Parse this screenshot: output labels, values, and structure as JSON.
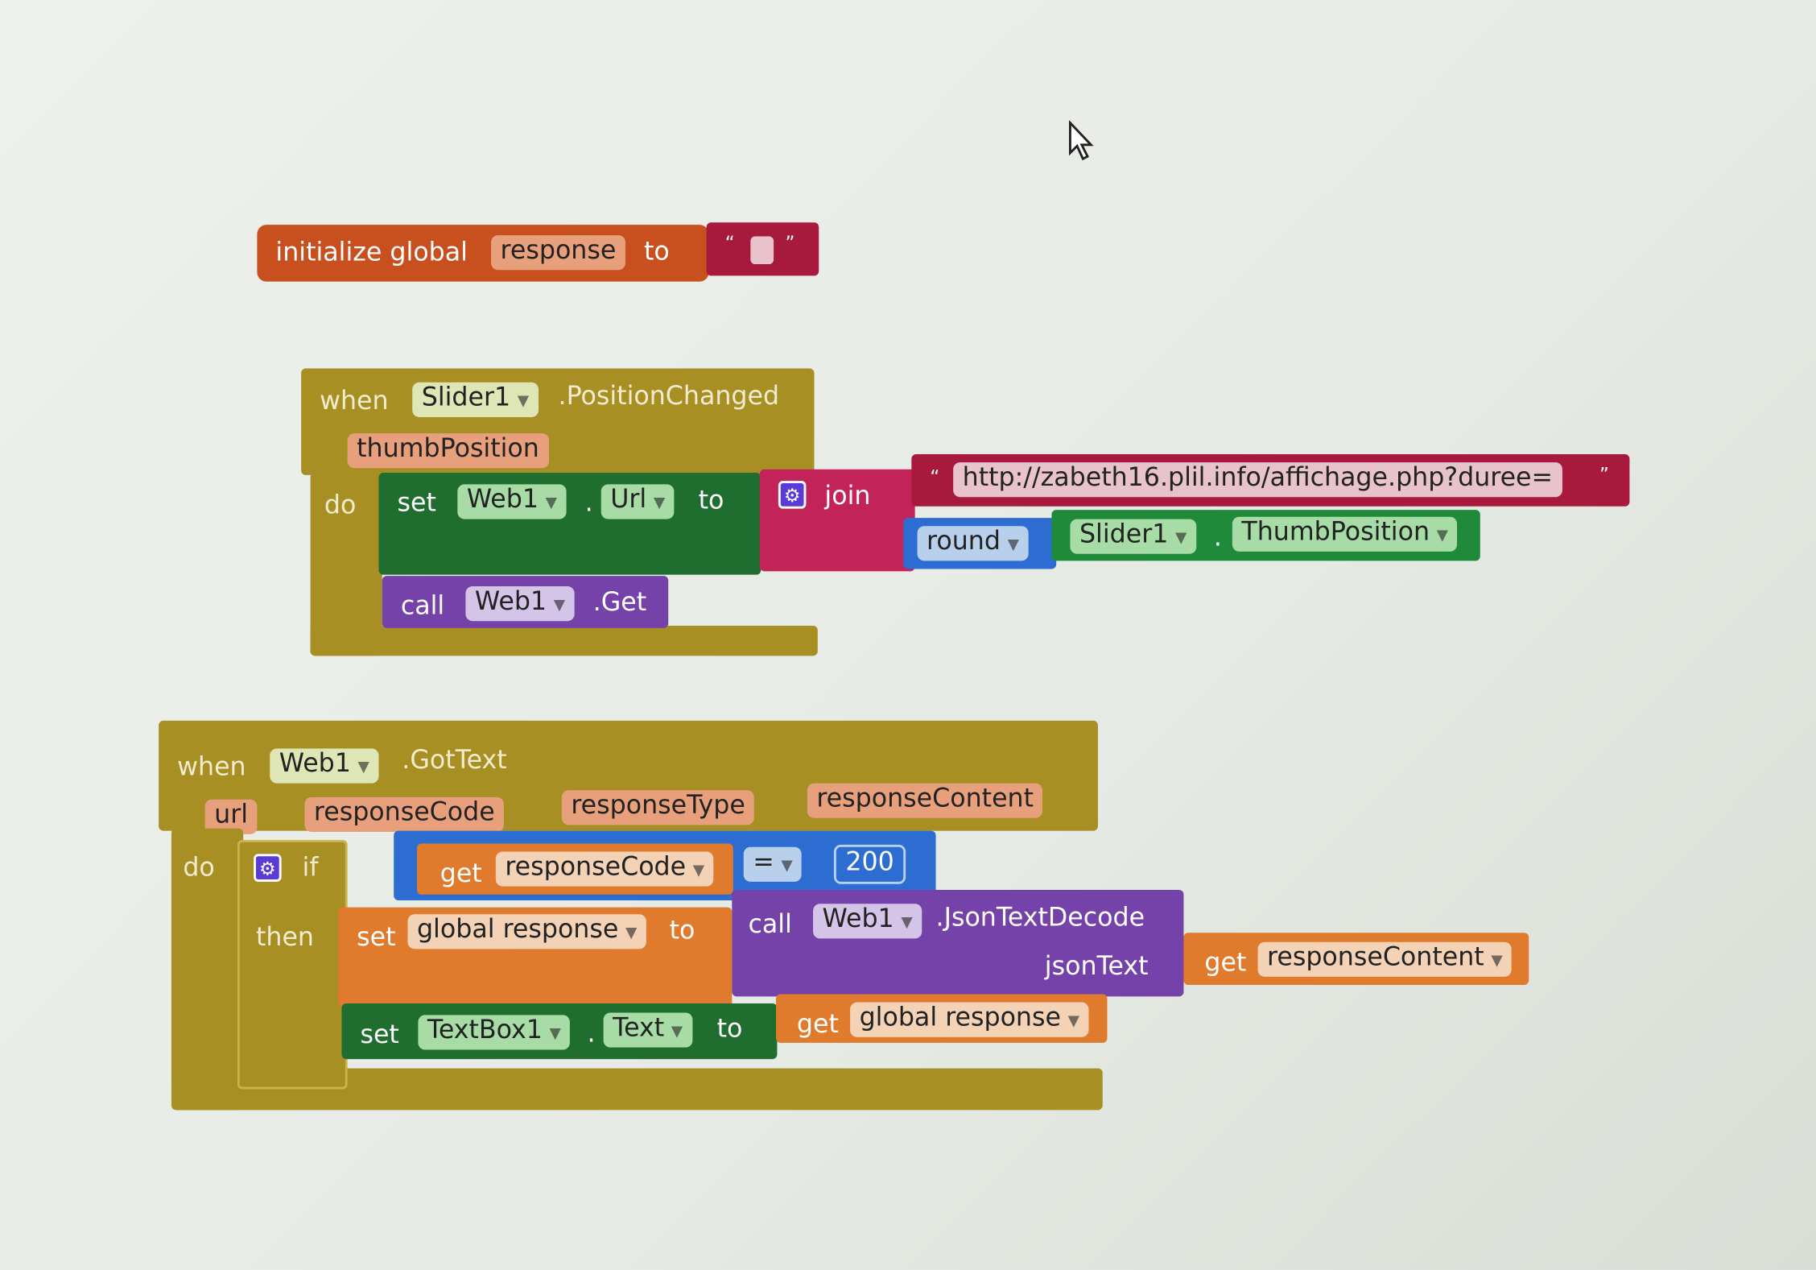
{
  "init_block": {
    "label_initialize": "initialize global",
    "var_name": "response",
    "label_to": "to",
    "open_quote": "“",
    "close_quote": "”"
  },
  "slider_event": {
    "when": "when",
    "component": "Slider1",
    "event": ".PositionChanged",
    "param": "thumbPosition",
    "do": "do",
    "set_label": "set",
    "set_component": "Web1",
    "dot": ".",
    "set_property": "Url",
    "to": "to",
    "join_label": "join",
    "open_quote": "“",
    "url_text": "http://zabeth16.plil.info/affichage.php?duree=",
    "close_quote": "”",
    "round_label": "round",
    "getter_component": "Slider1",
    "getter_property": "ThumbPosition",
    "call_label": "call",
    "call_component": "Web1",
    "call_method": ".Get"
  },
  "gottext_event": {
    "when": "when",
    "component": "Web1",
    "event": ".GotText",
    "params": [
      "url",
      "responseCode",
      "responseType",
      "responseContent"
    ],
    "do": "do",
    "if_label": "if",
    "get_label": "get",
    "cond_var": "responseCode",
    "op": "=",
    "cond_value": "200",
    "then_label": "then",
    "set_label": "set",
    "set_var": "global response",
    "to": "to",
    "call_label": "call",
    "call_component": "Web1",
    "call_method": ".JsonTextDecode",
    "arg_label": "jsonText",
    "arg_var": "responseContent",
    "set2_component": "TextBox1",
    "dot": ".",
    "set2_property": "Text",
    "get2_var": "global response"
  },
  "colors": {
    "variables": "#c8501f",
    "control": "#a88f24",
    "web": "#1f6d2f",
    "text": "#c2245a",
    "math": "#2d6dd1",
    "procedure": "#7442a8",
    "local": "#e07a2c"
  }
}
